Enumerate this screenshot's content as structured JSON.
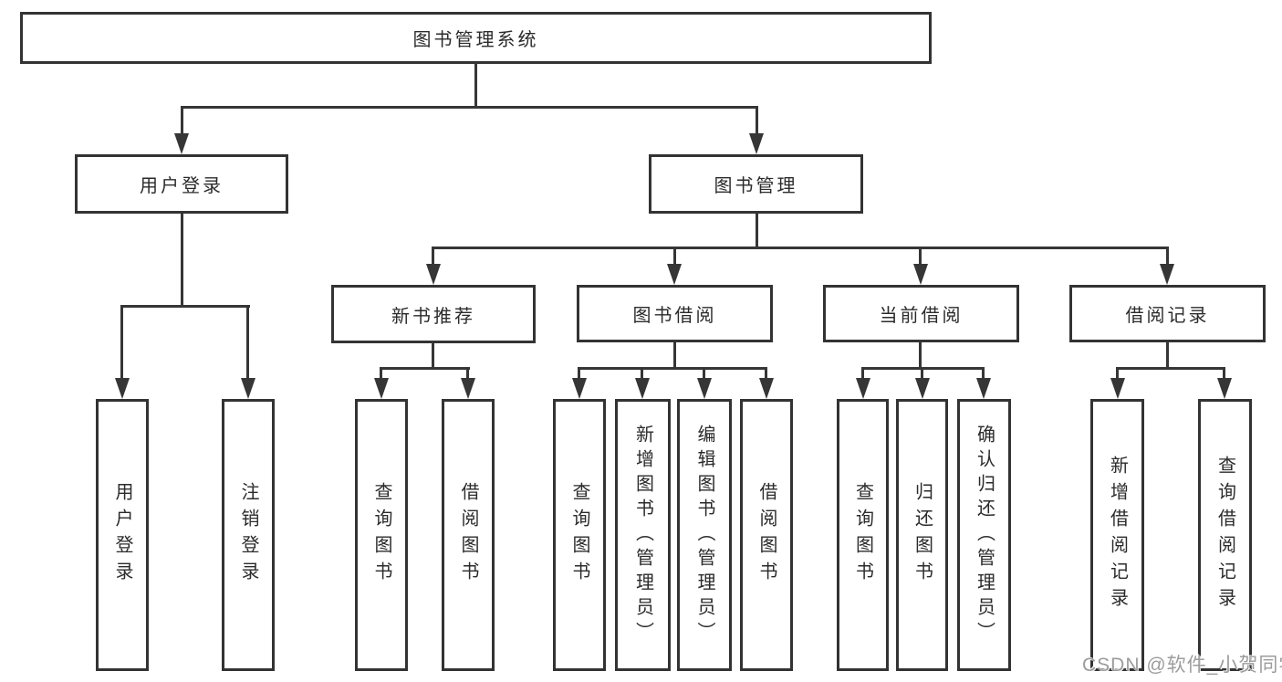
{
  "diagram": {
    "nodes": {
      "root": "图书管理系统",
      "user_login": "用户登录",
      "book_mgmt": "图书管理",
      "new_book": "新书推荐",
      "book_borrow": "图书借阅",
      "current_borrow": "当前借阅",
      "borrow_records": "借阅记录"
    },
    "leaves": {
      "user_login": "用户登录",
      "logout": "注销登录",
      "nb_query": "查询图书",
      "nb_borrow": "借阅图书",
      "bw_query": "查询图书",
      "bw_add": "新增图书（管理员）",
      "bw_edit": "编辑图书（管理员）",
      "bw_borrow": "借阅图书",
      "cur_query": "查询图书",
      "cur_return": "归还图书",
      "cur_confirm": "确认归还（管理员）",
      "his_add": "新增借阅记录",
      "his_query": "查询借阅记录"
    }
  },
  "watermark": "CSDN @软件_小贺同学",
  "colors": {
    "line": "#363636",
    "border": "#333333",
    "text": "#2b2b2b",
    "watermark": "#9c9c9c",
    "background": "#ffffff"
  }
}
